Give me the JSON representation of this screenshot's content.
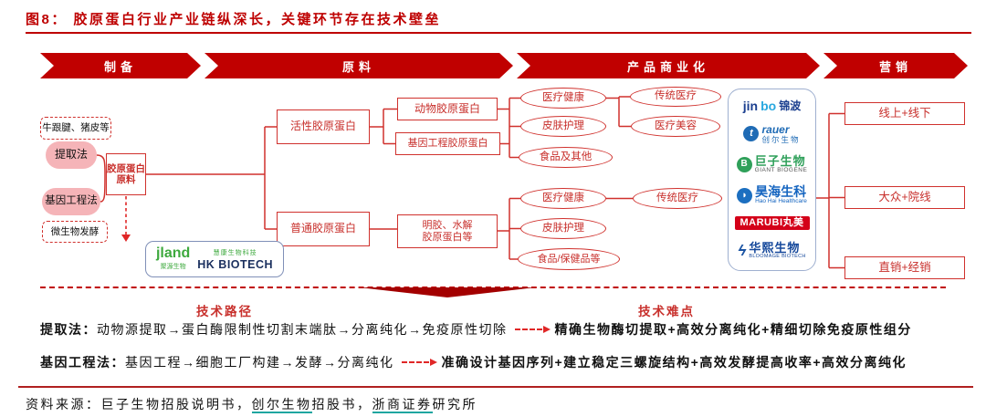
{
  "title": "图8：  胶原蛋白行业产业链纵深长，关键环节存在技术壁垒",
  "banners": [
    "制备",
    "原料",
    "产品商业化",
    "营销"
  ],
  "flow": {
    "source_animal": "牛跟腱、猪皮等",
    "method_extract": "提取法",
    "method_gene": "基因工程法",
    "source_microbial": "微生物发酵",
    "raw_material_l1": "胶原蛋白",
    "raw_material_l2": "原料",
    "active_collagen": "活性胶原蛋白",
    "animal_collagen": "动物胶原蛋白",
    "gene_collagen": "基因工程胶原蛋白",
    "normal_collagen": "普通胶原蛋白",
    "gelatin_l1": "明胶、水解",
    "gelatin_l2": "胶原蛋白等",
    "upper_medical": "医疗健康",
    "upper_skin": "皮肤护理",
    "upper_food": "食品及其他",
    "upper_traditional": "传统医疗",
    "upper_beauty": "医疗美容",
    "lower_medical": "医疗健康",
    "lower_skin": "皮肤护理",
    "lower_food": "食品/保健品等",
    "lower_traditional": "传统医疗",
    "channel_online": "线上+线下",
    "channel_mass": "大众+院线",
    "channel_direct": "直销+经销"
  },
  "logos": {
    "jinbo": {
      "part1": "jin",
      "part2": "bo",
      "cn": "锦波"
    },
    "trauer": {
      "icon": "trauer-circle-icon",
      "latin": "rauer",
      "cn": "创尔生物"
    },
    "giant": {
      "icon": "giant-biogene-circle-icon",
      "cn": "巨子生物",
      "en": "GIANT BIOGENE"
    },
    "haohai": {
      "icon": "haohai-drop-icon",
      "cn": "昊海生科",
      "en": "Hao Hai Healthcare"
    },
    "marubi": {
      "text": "MARUBI丸美"
    },
    "bloomage": {
      "icon": "bloomage-swoosh-icon",
      "cn": "华熙生物",
      "en": "BLOOMAGE BIOTECH"
    },
    "jland": {
      "latin": "jland",
      "cn": "聚源生物"
    },
    "hkbiotech": {
      "cn": "慧康生物科技",
      "latin": "HK BIOTECH"
    }
  },
  "tech": {
    "path_title": "技术路径",
    "difficulty_title": "技术难点",
    "row1_label": "提取法：",
    "row1_chain": "动物源提取→蛋白酶限制性切割末端肽→分离纯化→免疫原性切除",
    "row1_difficulty": "精确生物酶切提取+高效分离纯化+精细切除免疫原性组分",
    "row2_label": "基因工程法：",
    "row2_chain": "基因工程→细胞工厂构建→发酵→分离纯化",
    "row2_difficulty": "准确设计基因序列+建立稳定三螺旋结构+高效发酵提高收率+高效分离纯化"
  },
  "footer": {
    "prefix": "资料来源：巨子生物招股说明书，",
    "link1": "创尔生物",
    "mid": "招股书，",
    "link2": "浙商证券",
    "suffix": "研究所"
  },
  "colors": {
    "banner_red": "#C00000",
    "node_red": "#D0312D",
    "pill_pink": "#F5B4B8",
    "dashed_arrow_red": "#E02727",
    "triangle_red": "#A30000",
    "link_underline_teal": "#1FA6A0",
    "marubi_red": "#D40019",
    "jinbo_blue": "#1B3F8F",
    "jland_green": "#3DA93D",
    "giant_green": "#2FA05A",
    "haohai_blue": "#1565C0",
    "bloomage_blue": "#15489B"
  }
}
